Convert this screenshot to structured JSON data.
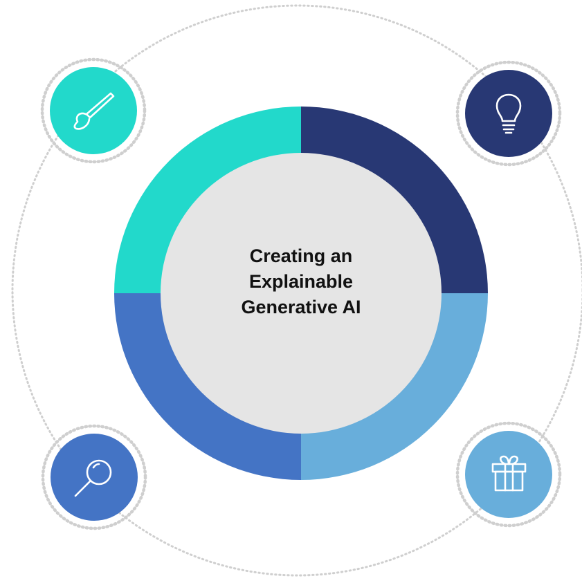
{
  "title_lines": [
    "Creating an",
    "Explainable",
    "Generative AI"
  ],
  "colors": {
    "teal": "#22D9CB",
    "navy": "#283874",
    "sky": "#68AEDB",
    "blue": "#4474C5",
    "center_fill": "#E5E5E5",
    "dotted": "#CFCFCF",
    "icon_stroke": "#FFFFFF"
  },
  "segments": [
    {
      "name": "top-left",
      "color_key": "teal"
    },
    {
      "name": "top-right",
      "color_key": "navy"
    },
    {
      "name": "bottom-right",
      "color_key": "sky"
    },
    {
      "name": "bottom-left",
      "color_key": "blue"
    }
  ],
  "icons": [
    {
      "name": "paintbrush-icon",
      "color_key": "teal"
    },
    {
      "name": "lightbulb-icon",
      "color_key": "navy"
    },
    {
      "name": "magnifier-icon",
      "color_key": "blue"
    },
    {
      "name": "gift-icon",
      "color_key": "sky"
    }
  ]
}
